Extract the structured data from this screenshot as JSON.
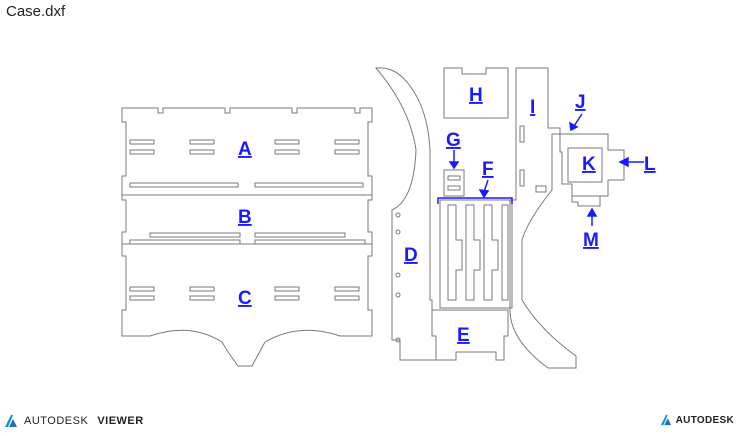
{
  "window": {
    "title": "Case.dxf"
  },
  "parts": [
    {
      "id": "A",
      "label": "A"
    },
    {
      "id": "B",
      "label": "B"
    },
    {
      "id": "C",
      "label": "C"
    },
    {
      "id": "D",
      "label": "D"
    },
    {
      "id": "E",
      "label": "E"
    },
    {
      "id": "F",
      "label": "F"
    },
    {
      "id": "G",
      "label": "G"
    },
    {
      "id": "H",
      "label": "H"
    },
    {
      "id": "I",
      "label": "I"
    },
    {
      "id": "J",
      "label": "J"
    },
    {
      "id": "K",
      "label": "K"
    },
    {
      "id": "L",
      "label": "L"
    },
    {
      "id": "M",
      "label": "M"
    }
  ],
  "footer": {
    "brand": "AUTODESK",
    "product": "VIEWER",
    "right_brand": "AUTODESK"
  },
  "colors": {
    "line": "#7a7a7a",
    "label": "#1a1aff",
    "text": "#222222"
  }
}
